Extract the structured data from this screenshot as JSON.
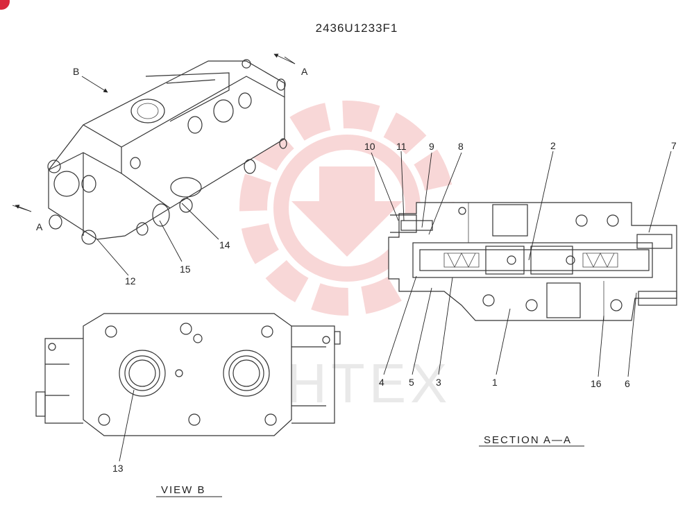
{
  "drawing": {
    "part_number": "2436U1233F1",
    "watermark_text": "ИНТЕХ",
    "watermark_color": "#f4b8b8",
    "section_caption": "SECTION  A—A",
    "view_caption": "VIEW   B",
    "view_markers": {
      "a_top": "A",
      "a_left": "A",
      "b": "B"
    },
    "callouts": {
      "c1": "1",
      "c2": "2",
      "c3": "3",
      "c4": "4",
      "c5": "5",
      "c6": "6",
      "c7": "7",
      "c8": "8",
      "c9": "9",
      "c10": "10",
      "c11": "11",
      "c12": "12",
      "c13": "13",
      "c14": "14",
      "c15": "15",
      "c16": "16"
    },
    "badge_color": "#d9283c"
  }
}
